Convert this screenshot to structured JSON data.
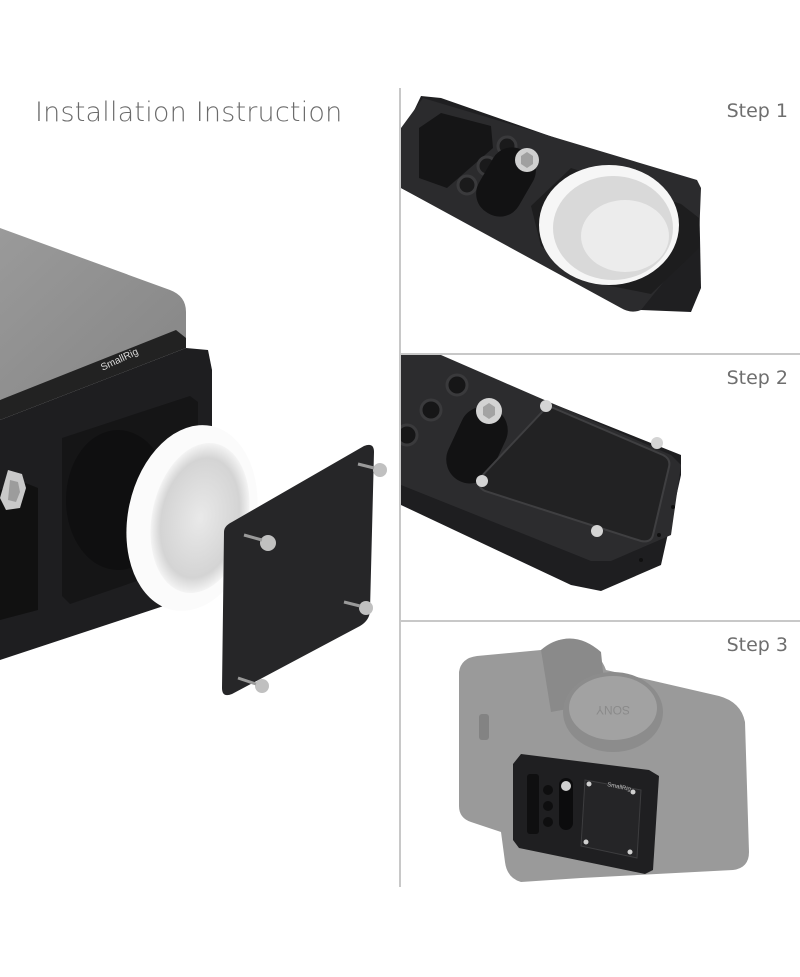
{
  "page": {
    "title": "Installation Instruction",
    "brand_mark": "SmallRig",
    "colors": {
      "background": "#ffffff",
      "text": "#6b6b6b",
      "divider": "#c8c8c8",
      "plate": "#2a2a2c",
      "camera_body": "#8f8f8f",
      "silicone_pad": "#f2f2f2"
    }
  },
  "steps": [
    {
      "label": "Step 1"
    },
    {
      "label": "Step 2"
    },
    {
      "label": "Step 3"
    }
  ],
  "main_illustration": {
    "components": [
      "camera-body",
      "l-bracket-plate",
      "silicone-disc",
      "cover-plate",
      "screws"
    ]
  },
  "step3_camera": {
    "lens_cap_text": "SONY"
  }
}
